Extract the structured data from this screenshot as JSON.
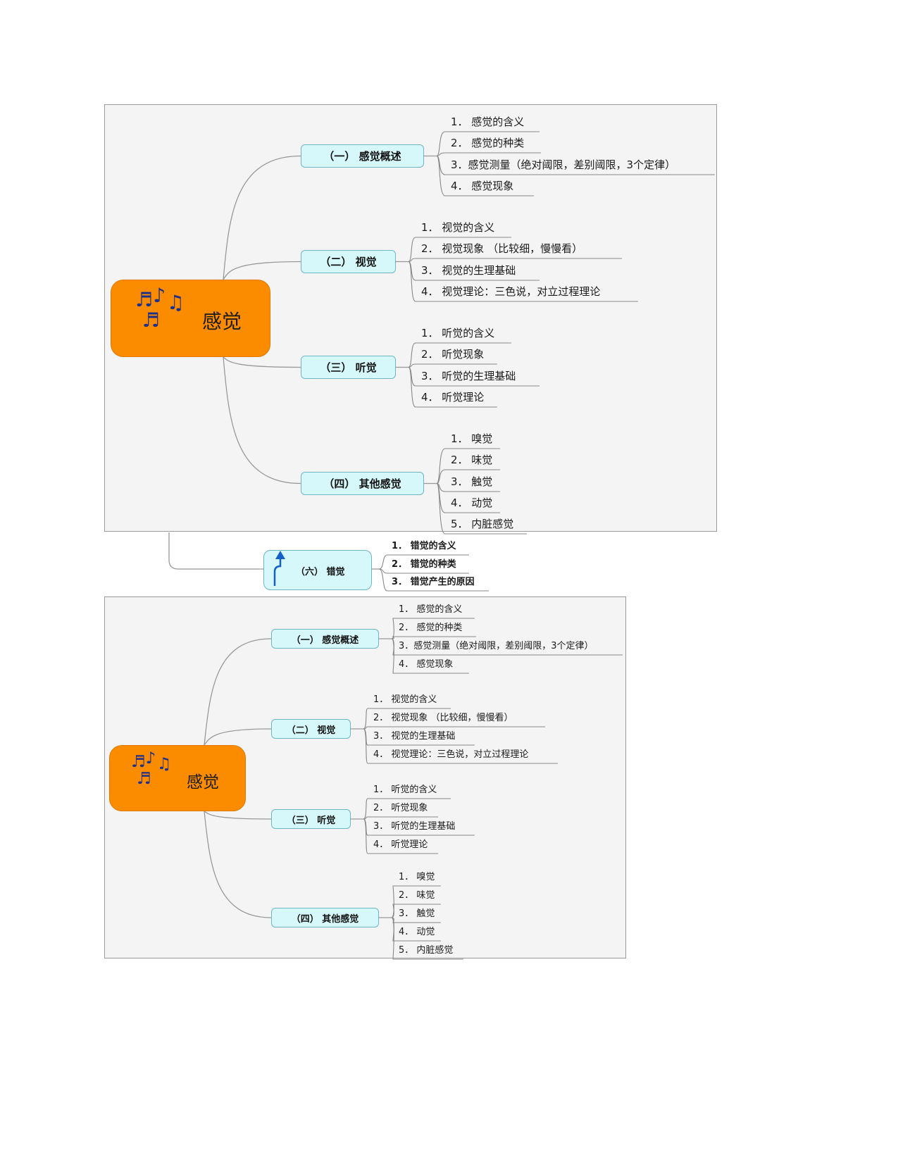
{
  "mindmaps": [
    {
      "root": "感觉",
      "branches": [
        {
          "label": "（一） 感觉概述",
          "items": [
            "1．  感觉的含义",
            "2．  感觉的种类",
            "3．感觉测量（绝对阈限，差别阈限，3个定律）",
            "4．  感觉现象"
          ]
        },
        {
          "label": "（二） 视觉",
          "items": [
            "1．  视觉的含义",
            "2．  视觉现象  （比较细，慢慢看）",
            "3．  视觉的生理基础",
            "4．  视觉理论：三色说，对立过程理论"
          ]
        },
        {
          "label": "（三） 听觉",
          "items": [
            "1．  听觉的含义",
            "2．  听觉现象",
            "3．  听觉的生理基础",
            "4．  听觉理论"
          ]
        },
        {
          "label": "（四） 其他感觉",
          "items": [
            "1．  嗅觉",
            "2．  味觉",
            "3．  触觉",
            "4．  动觉",
            "5．  内脏感觉"
          ]
        }
      ]
    },
    {
      "root": "感觉",
      "branches": [
        {
          "label": "（一） 感觉概述",
          "items": [
            "1．  感觉的含义",
            "2．  感觉的种类",
            "3．感觉测量（绝对阈限，差别阈限，3个定律）",
            "4．  感觉现象"
          ]
        },
        {
          "label": "（二） 视觉",
          "items": [
            "1．  视觉的含义",
            "2．  视觉现象  （比较细，慢慢看）",
            "3．  视觉的生理基础",
            "4．  视觉理论：三色说，对立过程理论"
          ]
        },
        {
          "label": "（三） 听觉",
          "items": [
            "1．  听觉的含义",
            "2．  听觉现象",
            "3．  听觉的生理基础",
            "4．  听觉理论"
          ]
        },
        {
          "label": "（四） 其他感觉",
          "items": [
            "1．  嗅觉",
            "2．  味觉",
            "3．  触觉",
            "4．  动觉",
            "5．  内脏感觉"
          ]
        }
      ]
    }
  ],
  "side_topic": {
    "label": "（六） 错觉",
    "items": [
      "1．  错觉的含义",
      "2．  错觉的种类",
      "3．  错觉产生的原因"
    ],
    "icon": "up-arrow-icon"
  },
  "root_icon": "music-notes-icon",
  "colors": {
    "root_fill": "#fb8c00",
    "branch_fill": "#d6f8fb",
    "branch_border": "#6fb6c4",
    "connector": "#999999",
    "underline": "#888888",
    "frame_fill": "#f4f4f4",
    "arrow": "#1560c8"
  }
}
